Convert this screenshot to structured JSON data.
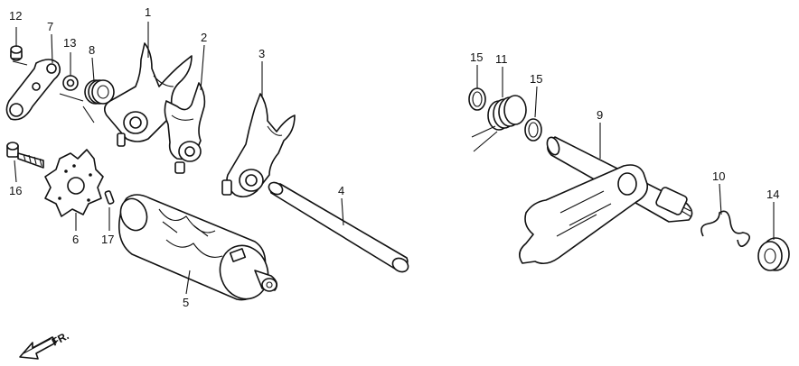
{
  "diagram": {
    "direction_label": "FR.",
    "parts": [
      {
        "id": "1",
        "text": "1"
      },
      {
        "id": "2",
        "text": "2"
      },
      {
        "id": "3",
        "text": "3"
      },
      {
        "id": "4",
        "text": "4"
      },
      {
        "id": "5",
        "text": "5"
      },
      {
        "id": "6",
        "text": "6"
      },
      {
        "id": "7",
        "text": "7"
      },
      {
        "id": "8",
        "text": "8"
      },
      {
        "id": "9",
        "text": "9"
      },
      {
        "id": "10",
        "text": "10"
      },
      {
        "id": "11",
        "text": "11"
      },
      {
        "id": "12",
        "text": "12"
      },
      {
        "id": "13",
        "text": "13"
      },
      {
        "id": "14",
        "text": "14"
      },
      {
        "id": "15a",
        "text": "15"
      },
      {
        "id": "15b",
        "text": "15"
      },
      {
        "id": "16",
        "text": "16"
      },
      {
        "id": "17",
        "text": "17"
      }
    ]
  }
}
